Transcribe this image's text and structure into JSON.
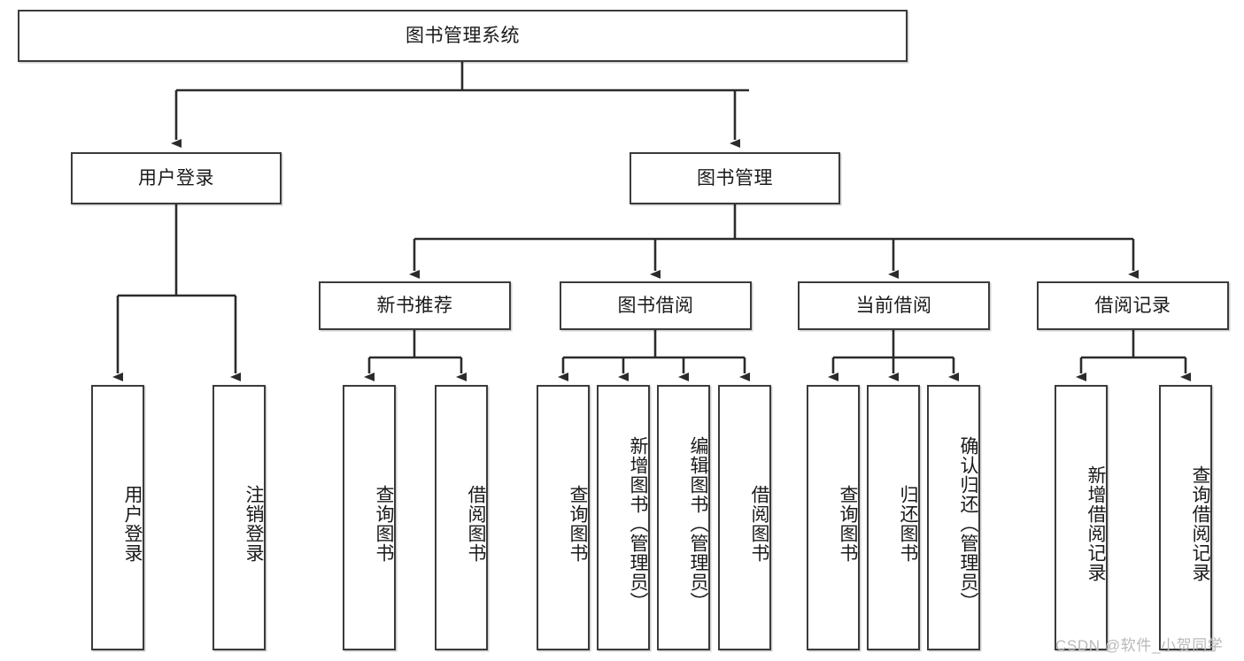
{
  "diagram": {
    "title": "图书管理系统",
    "type": "tree",
    "watermark": "CSDN @软件_小贺同学",
    "colors": {
      "border": "#3b3b3b",
      "background": "#ffffff",
      "text": "#1a1a1a",
      "watermark": "#b9b9b9"
    },
    "levels": {
      "root": {
        "label": "图书管理系统"
      },
      "level2": [
        {
          "label": "用户登录"
        },
        {
          "label": "图书管理"
        }
      ],
      "level3": [
        {
          "label": "新书推荐"
        },
        {
          "label": "图书借阅"
        },
        {
          "label": "当前借阅"
        },
        {
          "label": "借阅记录"
        }
      ],
      "leaves": {
        "user_login": [
          {
            "label": "用户登录"
          },
          {
            "label": "注销登录"
          }
        ],
        "new_book_recommend": [
          {
            "label": "查询图书"
          },
          {
            "label": "借阅图书"
          }
        ],
        "book_borrow": [
          {
            "label": "查询图书"
          },
          {
            "label": "新增图书（管理员）"
          },
          {
            "label": "编辑图书（管理员）"
          },
          {
            "label": "借阅图书"
          }
        ],
        "current_borrow": [
          {
            "label": "查询图书"
          },
          {
            "label": "归还图书"
          },
          {
            "label": "确认归还（管理员）"
          }
        ],
        "borrow_record": [
          {
            "label": "新增借阅记录"
          },
          {
            "label": "查询借阅记录"
          }
        ]
      }
    }
  }
}
